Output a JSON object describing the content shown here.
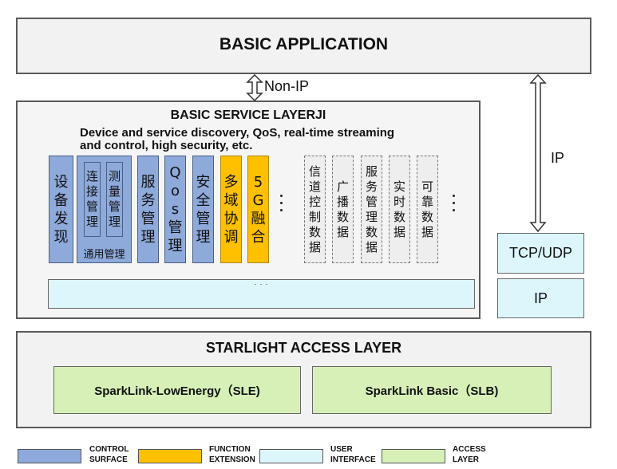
{
  "basic_application": {
    "label": "BASIC APPLICATION"
  },
  "connectors": {
    "non_ip": "Non-IP",
    "ip": "IP"
  },
  "service_layer": {
    "title": "BASIC SERVICE LAYERJI",
    "description_line1": "Device and service discovery, QoS, real-time streaming",
    "description_line2": "and  control, high security, etc."
  },
  "control_blocks": [
    {
      "text": "设备发现"
    },
    {
      "text": "服务管理"
    },
    {
      "text": "Qos管理"
    },
    {
      "text": "安全管理"
    }
  ],
  "general_management": {
    "label": "通用管理",
    "inner": [
      {
        "text": "连接管理"
      },
      {
        "text": "测量管理"
      }
    ]
  },
  "function_blocks": [
    {
      "text": "多域协调"
    },
    {
      "text": "5G融合"
    }
  ],
  "data_blocks": [
    {
      "text": "信道控制数据"
    },
    {
      "text": "广播数据"
    },
    {
      "text": "服务管理数据"
    },
    {
      "text": "实时数据"
    },
    {
      "text": "可靠数据"
    }
  ],
  "user_interface_bar": {
    "text": ". . ."
  },
  "ip_stack": {
    "tcp_udp": "TCP/UDP",
    "ip": "IP"
  },
  "access_layer": {
    "title": "STARLIGHT ACCESS LAYER",
    "sle": "SparkLink-LowEnergy（SLE)",
    "slb": "SparkLink Basic（SLB)"
  },
  "legend": [
    {
      "line1": "CONTROL",
      "line2": "SURFACE",
      "color": "#8eaadb"
    },
    {
      "line1": "FUNCTION",
      "line2": "EXTENSION",
      "color": "#ffc000"
    },
    {
      "line1": "USER",
      "line2": "INTERFACE",
      "color": "#ddf6fc"
    },
    {
      "line1": "ACCESS",
      "line2": "LAYER",
      "color": "#d6f0b8"
    }
  ]
}
